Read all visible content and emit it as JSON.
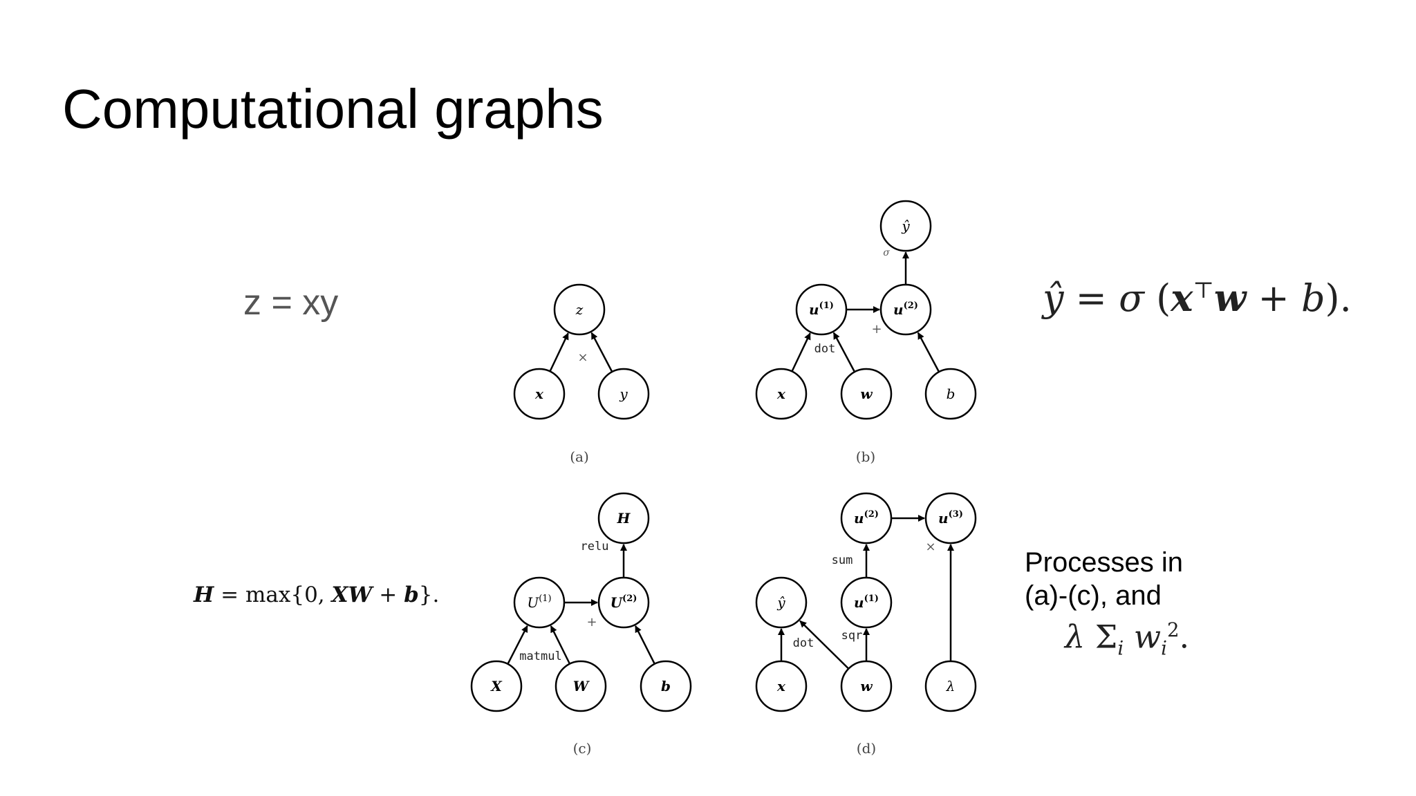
{
  "title": "Computational graphs",
  "equations": {
    "a_text": "z = xy",
    "b_math": "ŷ = σ (x⊤w + b).",
    "c_math": "H = max{0, XW + b}.",
    "note_line1": "Processes in",
    "note_line2": "(a)-(c), and",
    "note_math": "λ Σi wi2."
  },
  "graphs": {
    "a": {
      "caption": "(a)",
      "op": "×",
      "nodes": {
        "z": "z",
        "x": "x",
        "y": "y"
      }
    },
    "b": {
      "caption": "(b)",
      "ops": {
        "dot": "dot",
        "plus": "+",
        "sigma": "σ"
      },
      "nodes": {
        "yhat": "ŷ",
        "u1": "u(1)",
        "u2": "u(2)",
        "x": "x",
        "w": "w",
        "b": "b"
      }
    },
    "c": {
      "caption": "(c)",
      "ops": {
        "relu": "relu",
        "matmul": "matmul",
        "plus": "+"
      },
      "nodes": {
        "H": "H",
        "U1": "U(1)",
        "U2": "U(2)",
        "X": "X",
        "W": "W",
        "b": "b"
      }
    },
    "d": {
      "caption": "(d)",
      "ops": {
        "sum": "sum",
        "sqr": "sqr",
        "dot": "dot",
        "times": "×"
      },
      "nodes": {
        "u2": "u(2)",
        "u3": "u(3)",
        "yhat": "ŷ",
        "u1": "u(1)",
        "x": "x",
        "w": "w",
        "lambda": "λ"
      }
    }
  }
}
